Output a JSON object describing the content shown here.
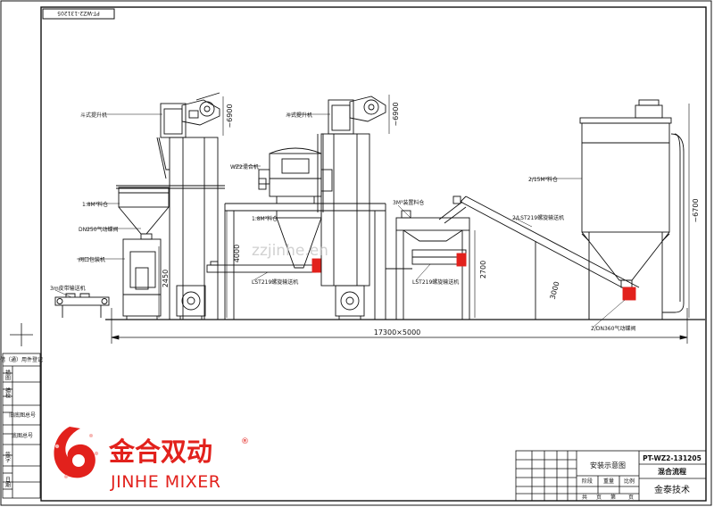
{
  "drawing_number": "PT-WZ2-131205",
  "labels": {
    "bucket_elevator_1": "斗式提升机",
    "bucket_elevator_2": "斗式提升机",
    "mixer": "WZ2混合机",
    "bin_1_8m_a": "1.8M³料仓",
    "bin_1_8m_b": "1.8M³料仓",
    "valve_dn250": "DN250气动蝶阀",
    "valve_packer": "阀口包装机",
    "belt_conveyor": "3m皮带输送机",
    "screw_lst219_a": "LST219螺旋输送机",
    "bin_3m": "3M³装置料仓",
    "screw_lst219_b": "LST219螺旋输送机",
    "screw_lst219_c": "2/LST219螺旋输送机",
    "silo_15m": "2/15M³料仓",
    "valve_dn360": "2/DN360气动蝶阀"
  },
  "dimensions": {
    "h1": "~6900",
    "h2": "~6900",
    "h3": "~6700",
    "h4": "4000",
    "h5": "2450",
    "h6": "2700",
    "incline": "3000",
    "overall": "17300×5000"
  },
  "watermark": "zzjinhe.en",
  "left_table": [
    "借（通）用件登记",
    "描图",
    "描校",
    "旧底图总号",
    "底图总号",
    "签字",
    "日期"
  ],
  "title_block": {
    "drawing_title": "安装示意图",
    "drawing_number": "PT-WZ2-131205",
    "process_name": "混合流程",
    "company_stamp": "金泰技术",
    "col_headers": [
      "阶段",
      "重量",
      "比例"
    ],
    "sheet_info": [
      "共",
      "页",
      "第",
      "页"
    ]
  },
  "logo": {
    "cn": "金合双动",
    "registered": "®",
    "en": "JINHE MIXER",
    "brand_color": "#e2211c"
  }
}
